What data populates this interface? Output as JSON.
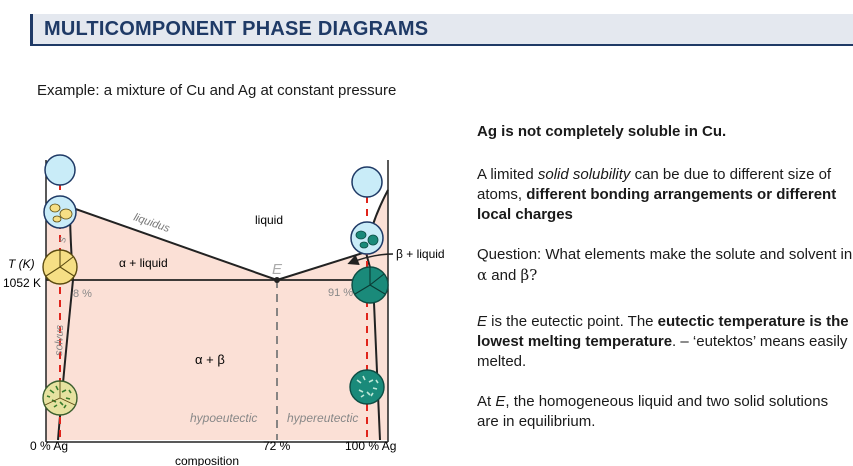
{
  "slide": {
    "title": "MULTICOMPONENT PHASE DIAGRAMS",
    "example": "Example: a mixture of Cu and Ag at constant pressure"
  },
  "diagram": {
    "label_liquidus": "liquidus",
    "label_liquid": "liquid",
    "label_alpha_liquid": "α + liquid",
    "label_beta_liquid": "β + liquid",
    "label_E": "E",
    "label_alpha_beta": "α + β",
    "label_solvus": "solvus",
    "label_solidus_fragment": "s",
    "label_T": "T (K)",
    "label_temp": "1052 K",
    "label_8pct": "8 %",
    "label_91pct": "91 %",
    "label_hypoeutectic": "hypoeutectic",
    "label_hypereutectic": "hypereutectic",
    "x_ticks": [
      "0 % Ag",
      "72 %",
      "100 % Ag"
    ],
    "x_axis_label": "composition",
    "colors": {
      "region_fill": "#fbe0d6",
      "dashed_red": "#e0241b",
      "liquid_circle": "#c9ecf8",
      "alpha_yellow": "#f6df85",
      "beta_teal": "#1a8a7a"
    }
  },
  "text": {
    "p1": "Ag is not completely soluble in Cu.",
    "p2_a": "A limited ",
    "p2_b": "solid solubility",
    "p2_c": " can be due to different size of atoms, ",
    "p2_d": "different bonding arrangements or different local charges",
    "p3_a": "Question: What elements make the solute and solvent in ",
    "p3_alpha": "α",
    "p3_and": " and ",
    "p3_beta": "β",
    "p3_q": "?",
    "p4_a": "E",
    "p4_b": " is the eutectic point. The ",
    "p4_c": "eutectic temperature is the lowest melting temperature",
    "p4_d": ". – ‘eutektos’ means easily melted.",
    "p5_a": "At ",
    "p5_b": "E",
    "p5_c": ", the homogeneous liquid and two solid solutions are in equilibrium."
  }
}
